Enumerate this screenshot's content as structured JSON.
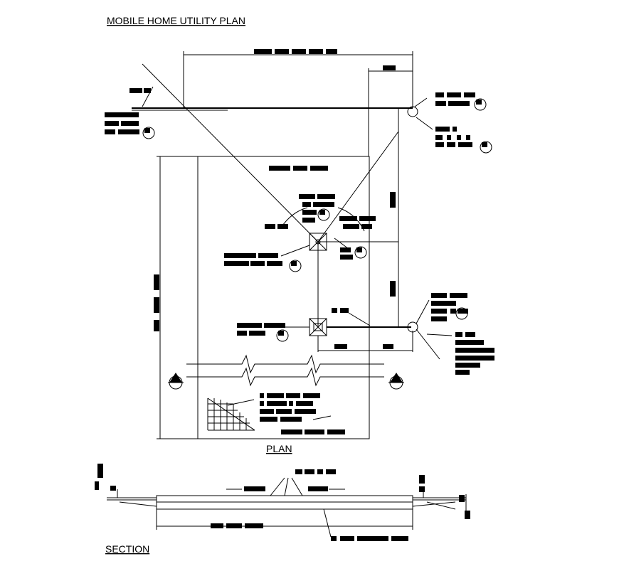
{
  "title": "MOBILE HOME UTILITY PLAN",
  "plan_label": "PLAN",
  "section_label": "SECTION"
}
